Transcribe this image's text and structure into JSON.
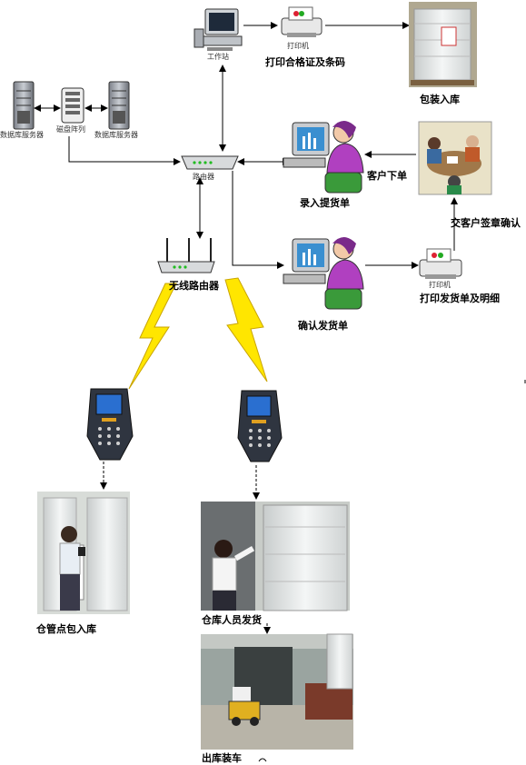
{
  "nodes": {
    "workstation": "工作站",
    "printer_top": "打印机",
    "disk_array": "磁盘阵列",
    "db_server_left": "数据库服务器",
    "db_server_right": "数据库服务器",
    "router": "路由器",
    "wireless_router": "无线路由器",
    "printer_right": "打印机"
  },
  "steps": {
    "print_certificate": "打印合格证及条码",
    "pack_store": "包装入库",
    "customer_order": "客户下单",
    "enter_delivery": "录入提货单",
    "customer_sign": "交客户签章确认",
    "confirm_delivery": "确认发货单",
    "print_delivery": "打印发货单及明细",
    "keeper_count": "仓管点包入库",
    "staff_ship": "仓库人员发货",
    "load_out": "出库装车"
  },
  "colors": {
    "monitor_screen": "#3a8fd0",
    "person_shirt": "#b040c0",
    "person_chair": "#3a9a3a",
    "lightning": "#ffe600",
    "device_body": "#2f3540",
    "device_screen": "#2a6fd0",
    "photo_paper": "#e8ecec"
  }
}
